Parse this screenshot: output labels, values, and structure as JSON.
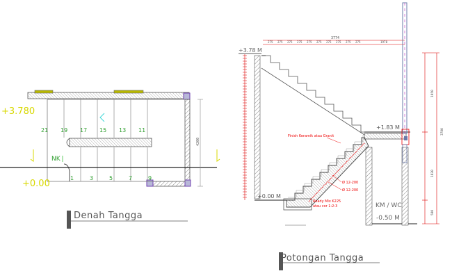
{
  "plan": {
    "title": "Denah Tangga",
    "level_top": "+3.780",
    "level_bottom": "+0.00",
    "nk_label": "NK",
    "dim_right": "4200",
    "upper_steps": [
      "21",
      "19",
      "17",
      "15",
      "13",
      "11"
    ],
    "lower_steps": [
      "1",
      "3",
      "5",
      "7",
      "9"
    ]
  },
  "section": {
    "title": "Potongan Tangga",
    "level_top": "+3.78  M",
    "level_landing": "+1.83  M",
    "level_ground": "+0.00  M",
    "room_label": "KM / WC",
    "room_level": "-0.50 M",
    "top_total_dim": "3774",
    "top_dims": [
      "275",
      "275",
      "275",
      "275",
      "275",
      "275",
      "275",
      "275",
      "275",
      "275",
      "1970"
    ],
    "right_dims": [
      "1950",
      "3780",
      "1830",
      "500"
    ],
    "notes": {
      "finish": "Finish Keramik atau Granit",
      "rebar1": "Ø 12-200",
      "rebar2": "Ø 12-200",
      "concrete": "Ready Mix K225",
      "mortar": "atau cor 1:2:3"
    }
  },
  "colors": {
    "line": "#7a7a7a",
    "dark": "#222222",
    "yellow": "#d8d800",
    "green": "#2e9e2e",
    "red": "#e00000",
    "magenta": "#b000b0",
    "blue_gray": "#6a78a8",
    "cyan": "#40d8d8"
  }
}
